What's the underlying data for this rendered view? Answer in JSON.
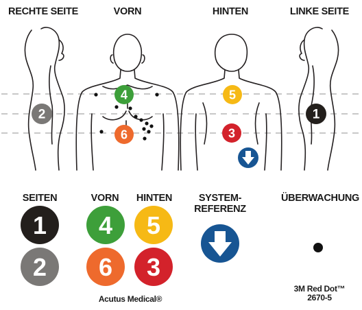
{
  "view_labels": {
    "right_side": "RECHTE SEITE",
    "front": "VORN",
    "back": "HINTEN",
    "left_side": "LINKE SEITE"
  },
  "electrodes": {
    "e1": {
      "number": "1",
      "color": "#231f1c"
    },
    "e2": {
      "number": "2",
      "color": "#7a7876"
    },
    "e3": {
      "number": "3",
      "color": "#d3222b"
    },
    "e4": {
      "number": "4",
      "color": "#3d9f3a"
    },
    "e5": {
      "number": "5",
      "color": "#f6b915"
    },
    "e6": {
      "number": "6",
      "color": "#ee6a2d"
    }
  },
  "system_reference": {
    "color": "#175593",
    "arrow_color": "#ffffff"
  },
  "legend": {
    "sides_label": "SEITEN",
    "front_label": "VORN",
    "back_label": "HINTEN",
    "system_reference_line1": "SYSTEM-",
    "system_reference_line2": "REFERENZ",
    "monitoring_label": "ÜBERWACHUNG",
    "brand_label": "Acutus Medical®",
    "red_dot_line1": "3M Red Dot™",
    "red_dot_line2": "2670-5"
  },
  "colors": {
    "outline": "#231f20",
    "dashed_line": "#b5b5b5",
    "monitor_dot": "#111111"
  }
}
